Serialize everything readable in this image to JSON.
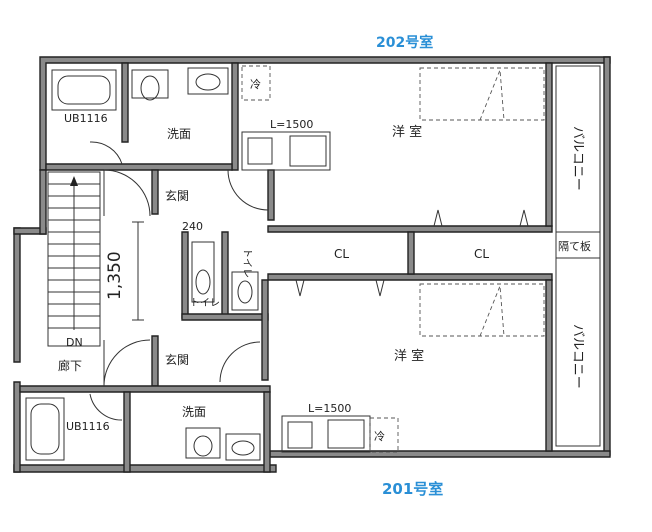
{
  "units": {
    "upper": "202号室",
    "lower": "201号室"
  },
  "rooms": {
    "ub_upper": "UB1116",
    "ub_lower": "UB1116",
    "wash_upper": "洗面",
    "wash_lower": "洗面",
    "western_upper": "洋 室",
    "western_lower": "洋 室",
    "entry_upper": "玄関",
    "entry_lower": "玄関",
    "toilet_a": "トイレ",
    "toilet_b": "トイレ",
    "cl_left": "CL",
    "cl_right": "CL",
    "balcony_upper": "バルコニー",
    "balcony_lower": "バルコニー",
    "partition": "隔て板",
    "hallway": "廊下",
    "stairs_dn": "DN"
  },
  "fixtures": {
    "fridge_upper": "冷",
    "fridge_lower": "冷",
    "kitchen_upper": "L=1500",
    "kitchen_lower": "L=1500"
  },
  "dimensions": {
    "stair": "1,350",
    "gap": "240"
  }
}
